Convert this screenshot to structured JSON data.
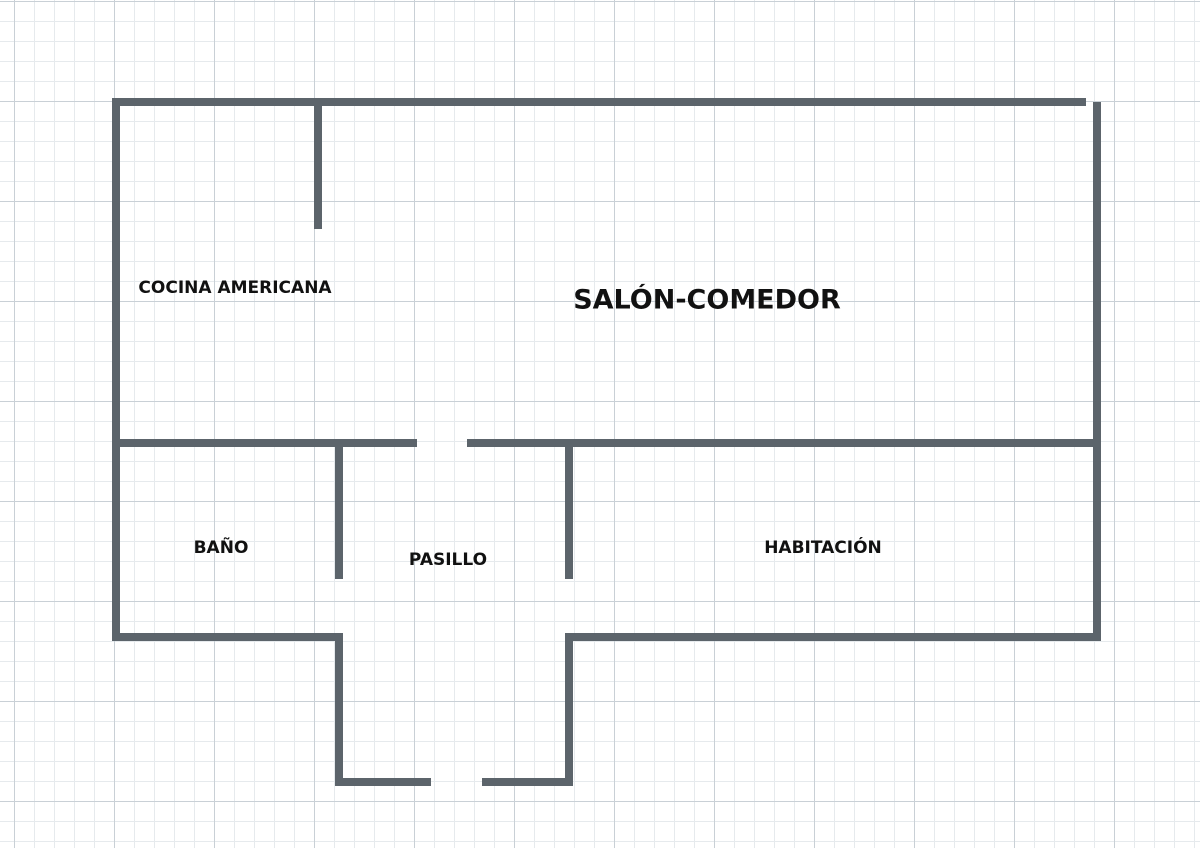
{
  "colors": {
    "wall": "#5c646b",
    "grid_major": "#c9d0d6",
    "grid_minor": "#e6eaed",
    "text": "#111111"
  },
  "rooms": {
    "cocina": "COCINA AMERICANA",
    "salon": "SALÓN-COMEDOR",
    "bano": "BAÑO",
    "pasillo": "PASILLO",
    "habitacion": "HABITACIÓN"
  }
}
